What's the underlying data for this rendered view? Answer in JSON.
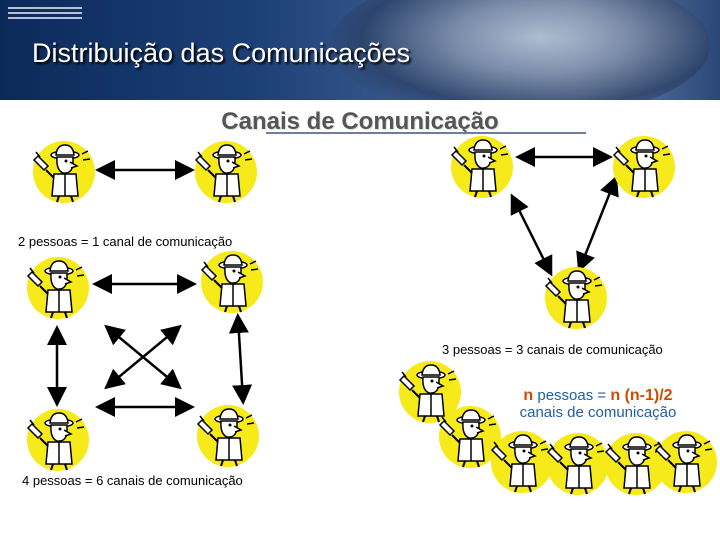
{
  "slide": {
    "title": "Distribuição das Comunicações",
    "subtitle": "Canais de Comunicação"
  },
  "captions": {
    "two": "2 pessoas = 1 canal de comunicação",
    "three": "3 pessoas = 3 canais de comunicação",
    "four": "4 pessoas = 6 canais de comunicação"
  },
  "formula": {
    "n1": "n",
    "text1": " pessoas = ",
    "n2": "n",
    "text2": " (n-1)/2",
    "line2": "canais de comunicação"
  },
  "colors": {
    "header": "#1c3f76",
    "person_bg": "#f6ea1a",
    "formula_accent": "#d04a00",
    "formula_text": "#1f5fa6"
  },
  "icons": [
    "person-with-megaphone-icon"
  ]
}
